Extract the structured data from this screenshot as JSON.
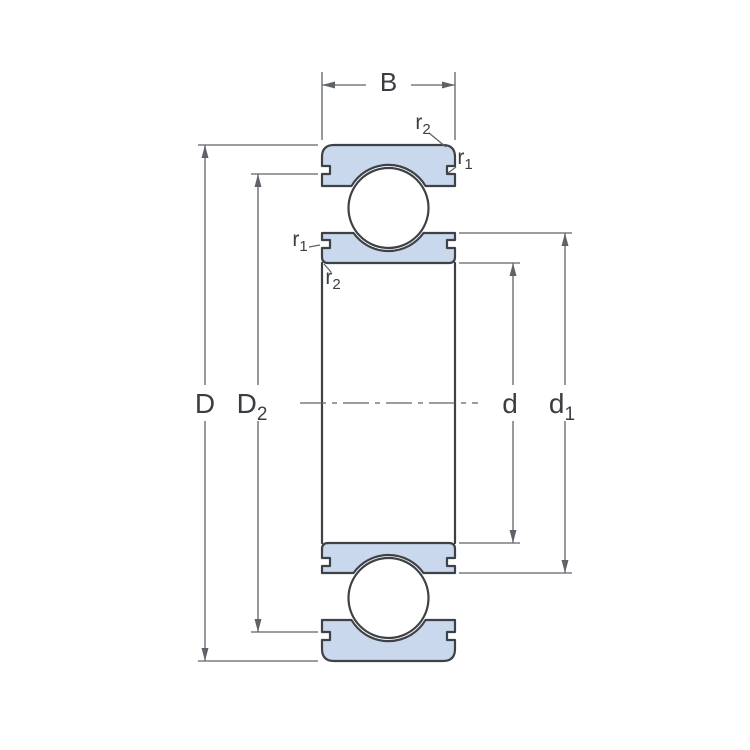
{
  "figure": {
    "kind": "engineering-drawing",
    "subject": "Deep groove ball bearing cross-section with dimension symbols",
    "colors": {
      "ring_fill": "#c9d8ec",
      "ball_fill": "#ffffff",
      "outline": "#3e4247",
      "dimension": "#5f6368",
      "text": "#3a3e42",
      "background": "#ffffff"
    },
    "dimensions": {
      "width": {
        "label": "B"
      },
      "outer_diameter": {
        "label": "D"
      },
      "outer_recess_diameter": {
        "base": "D",
        "sub": "2"
      },
      "bore_diameter": {
        "label": "d"
      },
      "inner_shoulder_diameter": {
        "base": "d",
        "sub": "1"
      },
      "fillet_r1": {
        "base": "r",
        "sub": "1"
      },
      "chamfer_r2": {
        "base": "r",
        "sub": "2"
      }
    }
  }
}
